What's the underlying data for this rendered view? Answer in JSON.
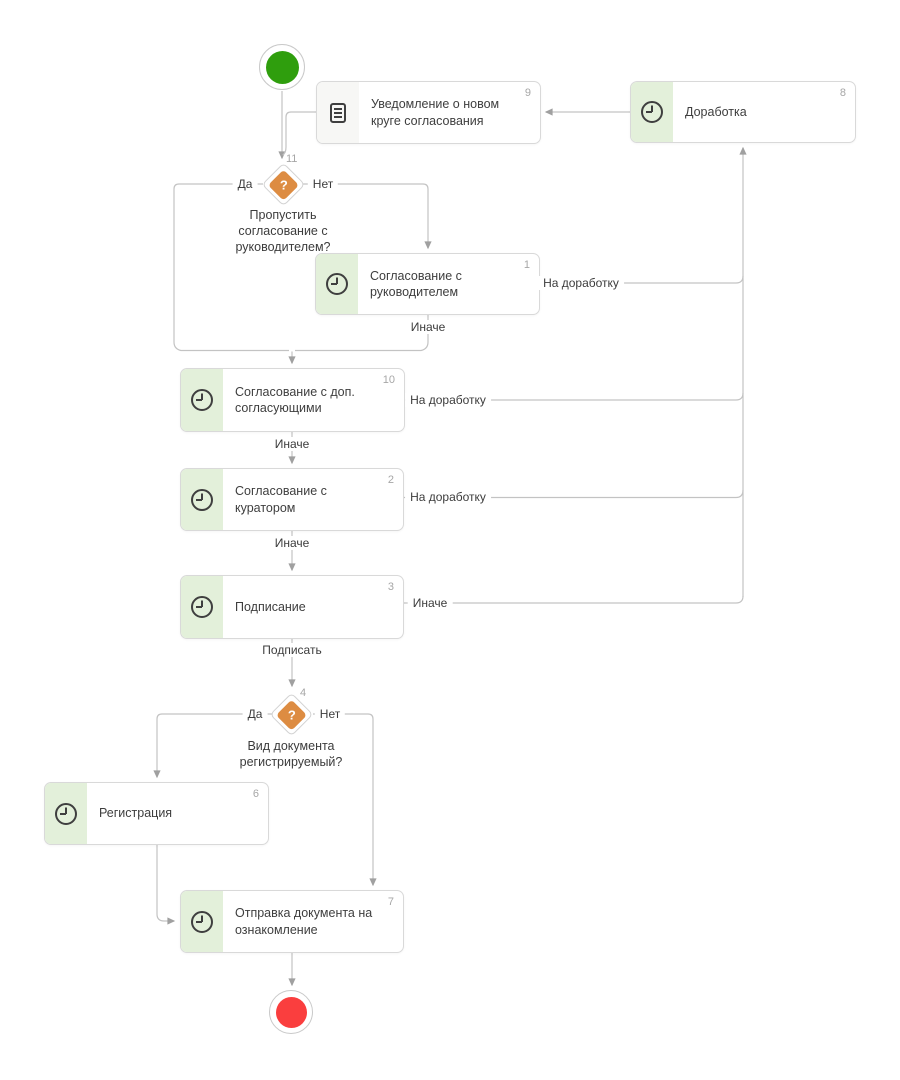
{
  "diagram": {
    "nodes": {
      "start": {
        "type": "start-event",
        "icon": "start-circle-icon"
      },
      "box9": {
        "number": "9",
        "label": "Уведомление о новом круге согласования",
        "icon": "document-icon"
      },
      "box8": {
        "number": "8",
        "label": "Доработка",
        "icon": "clock-icon"
      },
      "d11": {
        "number": "11",
        "question_mark": "?",
        "caption": "Пропустить согласование с руководителем?"
      },
      "box1": {
        "number": "1",
        "label": "Согласование с руководителем",
        "icon": "clock-icon"
      },
      "box10": {
        "number": "10",
        "label": "Согласование с доп. согласующими",
        "icon": "clock-icon"
      },
      "box2": {
        "number": "2",
        "label": "Согласование с куратором",
        "icon": "clock-icon"
      },
      "box3": {
        "number": "3",
        "label": "Подписание",
        "icon": "clock-icon"
      },
      "d4": {
        "number": "4",
        "question_mark": "?",
        "caption": "Вид документа регистрируемый?"
      },
      "box6": {
        "number": "6",
        "label": "Регистрация",
        "icon": "clock-icon"
      },
      "box7": {
        "number": "7",
        "label": "Отправка документа на ознакомление",
        "icon": "clock-icon"
      },
      "end": {
        "type": "end-event",
        "icon": "end-circle-icon"
      }
    },
    "edge_labels": {
      "d11_yes": "Да",
      "d11_no": "Нет",
      "box1_rework": "На доработку",
      "box1_else": "Иначе",
      "box10_rework": "На доработку",
      "box10_else": "Иначе",
      "box2_rework": "На доработку",
      "box2_else": "Иначе",
      "box3_else": "Иначе",
      "box3_sign": "Подписать",
      "d4_yes": "Да",
      "d4_no": "Нет"
    },
    "colors": {
      "start_green": "#2f9e0d",
      "end_red": "#fa3e3e",
      "gateway_orange": "#dd8c42",
      "task_strip_green": "#e3f0da",
      "notification_strip_gray": "#f7f7f5",
      "connector_gray": "#c3c3c3"
    }
  }
}
